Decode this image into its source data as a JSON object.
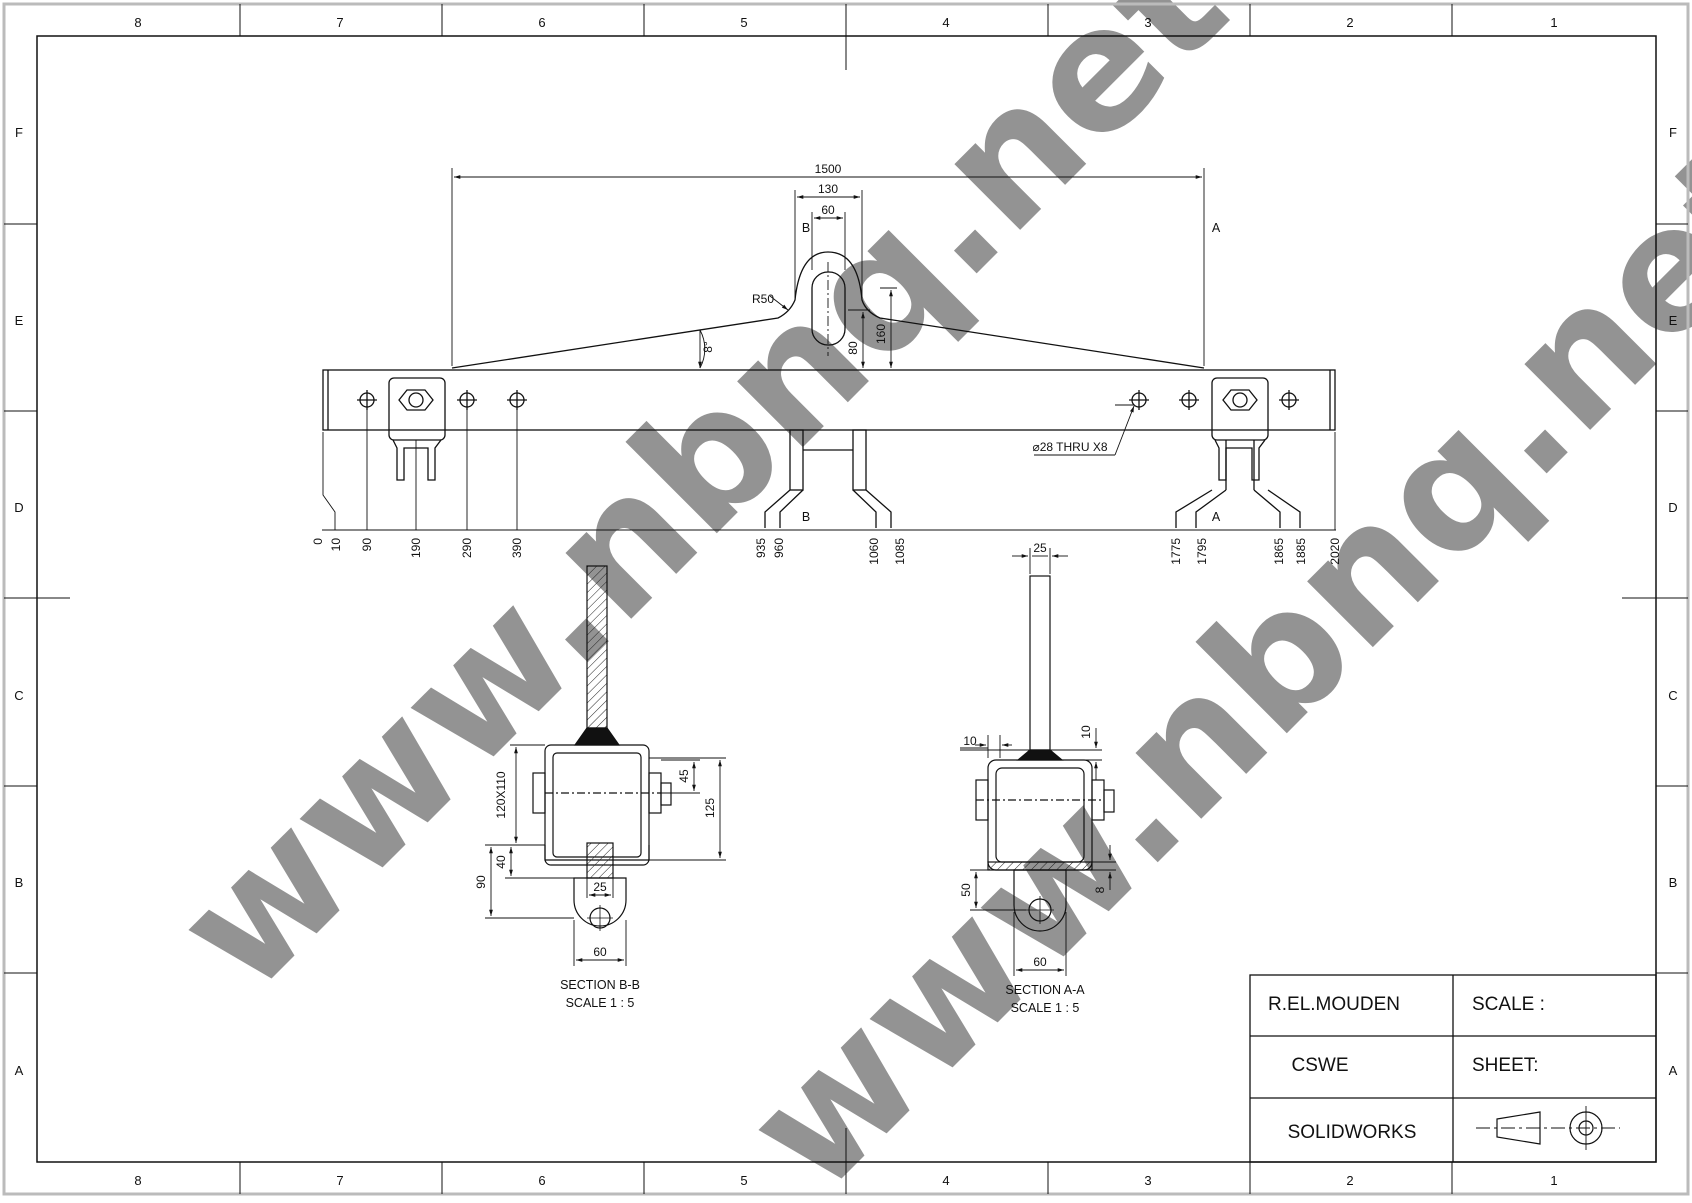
{
  "watermark": {
    "text_1": "www.nbnq.net",
    "text_2": "www.nbnq.net",
    "colors": [
      "#f4a6a6",
      "#f3e3a0",
      "#b9efb3",
      "#c5def8",
      "#e2c9f6"
    ]
  },
  "frame": {
    "columns": [
      "8",
      "7",
      "6",
      "5",
      "4",
      "3",
      "2",
      "1"
    ],
    "rows": [
      "F",
      "E",
      "D",
      "C",
      "B",
      "A"
    ]
  },
  "main_view": {
    "overall_width": "1500",
    "lug_width": "130",
    "slot_width": "60",
    "fillet_radius": "R50",
    "taper_angle": "8°",
    "slot_height": "80",
    "lug_height": "160",
    "hole_callout": "⌀28 THRU X8",
    "section_a_mark": "A",
    "section_b_mark": "B",
    "ordinates": [
      "0",
      "10",
      "90",
      "190",
      "290",
      "390",
      "935",
      "960",
      "1060",
      "1085",
      "1775",
      "1795",
      "1865",
      "1885",
      "2020"
    ]
  },
  "section_bb": {
    "title": "SECTION B-B",
    "scale": "SCALE 1 : 5",
    "tube_size": "120X110",
    "dim_45": "45",
    "dim_125": "125",
    "dim_40": "40",
    "dim_90": "90",
    "dim_25": "25",
    "dim_60": "60"
  },
  "section_aa": {
    "title": "SECTION A-A",
    "scale": "SCALE 1 : 5",
    "dim_25": "25",
    "dim_10_left": "10",
    "dim_10_top": "10",
    "dim_50": "50",
    "dim_8": "8",
    "dim_60": "60"
  },
  "title_block": {
    "author": "R.EL.MOUDEN",
    "scale_label": "SCALE :",
    "organization": "CSWE",
    "sheet_label": "SHEET:",
    "software": "SOLIDWORKS",
    "projection_symbol": "projection-symbol-icon"
  }
}
